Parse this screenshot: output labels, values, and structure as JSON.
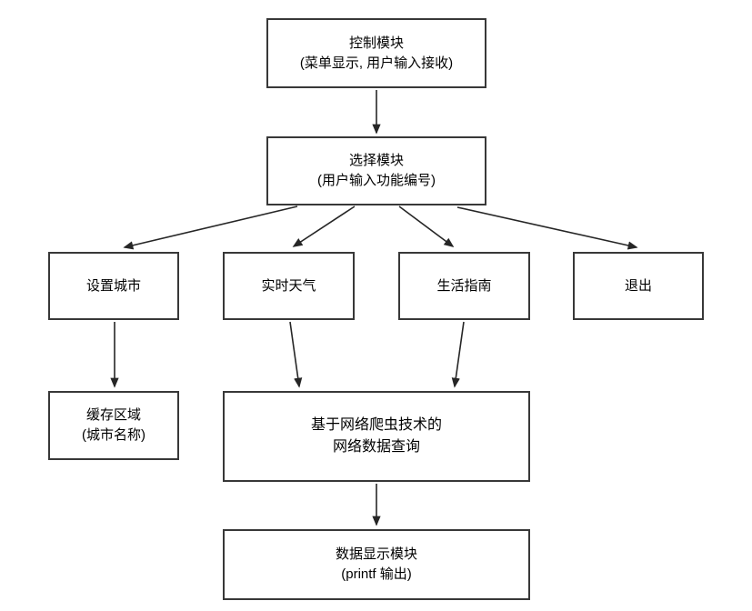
{
  "diagram": {
    "type": "flowchart",
    "colors": {
      "background": "#ffffff",
      "node_fill": "#ffffff",
      "node_border": "#383838",
      "connector": "#262626",
      "text": "#000000"
    },
    "nodes": {
      "control": {
        "line1": "控制模块",
        "line2": "(菜单显示, 用户输入接收)"
      },
      "select": {
        "line1": "选择模块",
        "line2": "(用户输入功能编号)"
      },
      "set_city": {
        "label": "设置城市"
      },
      "weather": {
        "label": "实时天气"
      },
      "guide": {
        "label": "生活指南"
      },
      "exit": {
        "label": "退出"
      },
      "cache": {
        "line1": "缓存区域",
        "line2": "(城市名称)"
      },
      "crawler": {
        "line1": "基于网络爬虫技术的",
        "line2": "网络数据查询"
      },
      "display": {
        "line1": "数据显示模块",
        "line2": "(printf 输出)"
      }
    },
    "edges": [
      "control -> select",
      "select -> set_city",
      "select -> weather",
      "select -> guide",
      "select -> exit",
      "set_city -> cache",
      "weather -> crawler",
      "guide -> crawler",
      "crawler -> display"
    ]
  }
}
